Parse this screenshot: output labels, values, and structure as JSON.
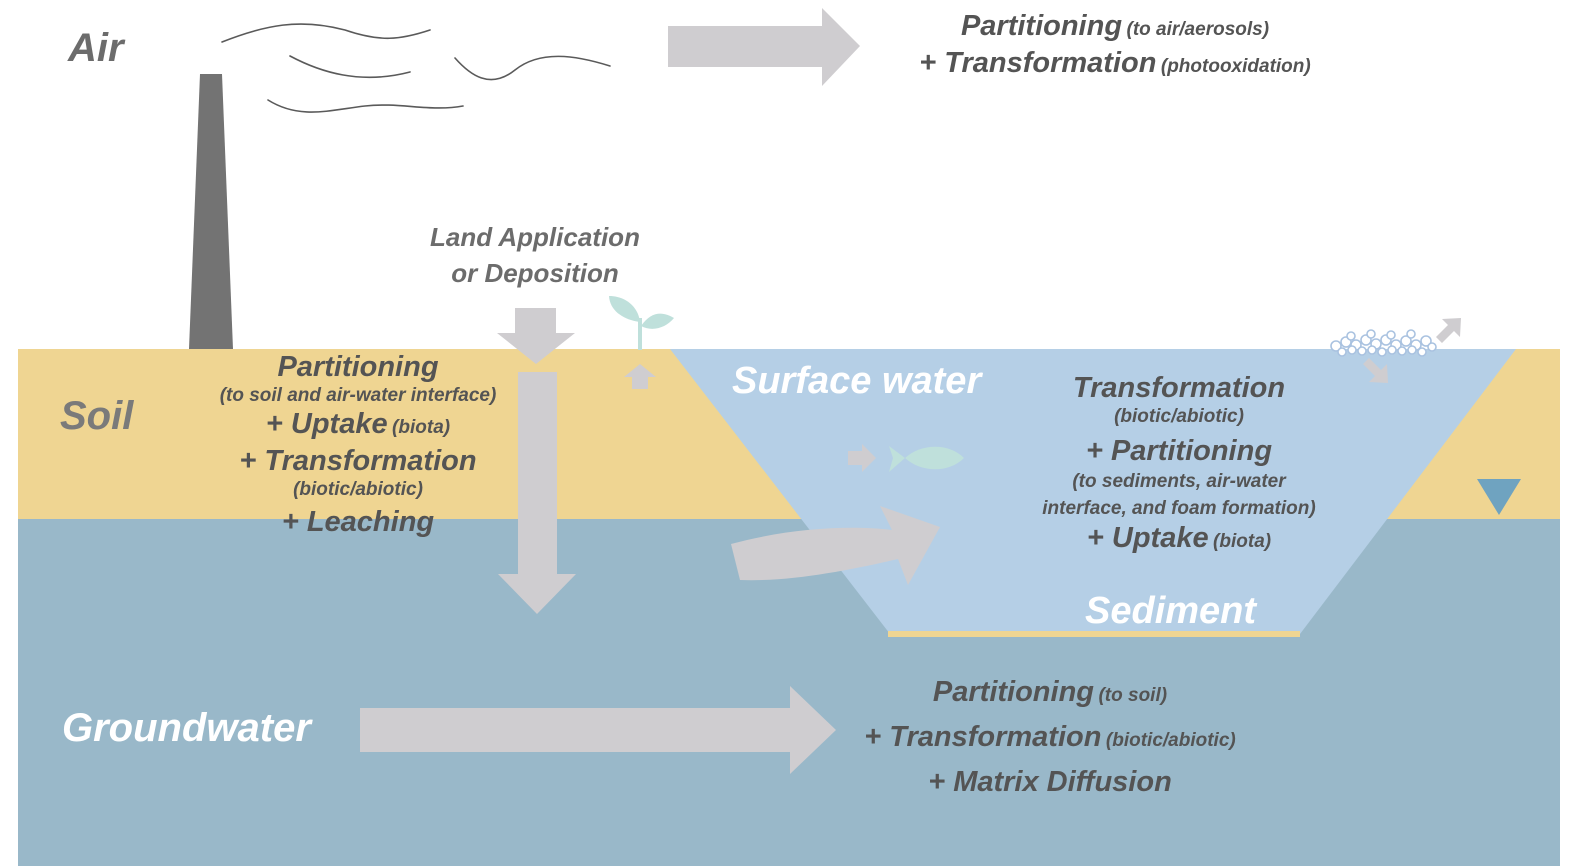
{
  "labels": {
    "air": "Air",
    "soil": "Soil",
    "groundwater": "Groundwater",
    "surface_water": "Surface water",
    "sediment": "Sediment",
    "land_application_1": "Land Application",
    "land_application_2": "or Deposition"
  },
  "air_processes": {
    "line1_main": "Partitioning",
    "line1_note": "(to air/aerosols)",
    "line2_main": "+ Transformation",
    "line2_note": "(photooxidation)"
  },
  "soil_processes": {
    "partitioning": "Partitioning",
    "partitioning_note": "(to soil and air-water interface)",
    "uptake": "+ Uptake",
    "uptake_note": "(biota)",
    "transformation": "+ Transformation",
    "transformation_note": "(biotic/abiotic)",
    "leaching": "+ Leaching"
  },
  "surface_water_processes": {
    "transformation": "Transformation",
    "transformation_note": "(biotic/abiotic)",
    "partitioning": "+ Partitioning",
    "partitioning_note_1": "(to sediments, air-water",
    "partitioning_note_2": "interface, and foam formation)",
    "uptake": "+ Uptake",
    "uptake_note": "(biota)"
  },
  "groundwater_processes": {
    "partitioning": "Partitioning",
    "partitioning_note": "(to soil)",
    "transformation": "+ Transformation",
    "transformation_note": "(biotic/abiotic)",
    "matrix_diffusion": "+ Matrix Diffusion"
  },
  "colors": {
    "soil": "#efd592",
    "groundwater": "#99b8c9",
    "surface_water": "#b5cfe6",
    "arrow": "#cfcdd0",
    "smokestack": "#737373",
    "sediment_line": "#efd592",
    "water_table_marker": "#6fa3c0",
    "sprout": "#bfe0db",
    "fish": "#bfe0db",
    "foam": "#c9dcef"
  },
  "icons": [
    "smokestack-icon",
    "smoke-icon",
    "sprout-icon",
    "fish-icon",
    "foam-bubbles-icon",
    "water-table-icon"
  ]
}
